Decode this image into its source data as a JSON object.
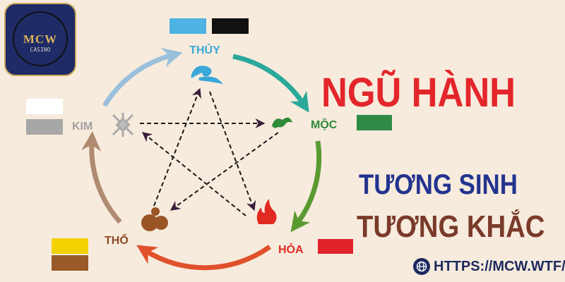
{
  "logo": {
    "brand": "MCW",
    "sub": "CASINO"
  },
  "title": "NGŨ HÀNH",
  "subtitle1": "TƯƠNG SINH",
  "subtitle2": "TƯƠNG KHẮC",
  "url": "HTTPS://MCW.WTF/",
  "elements": [
    {
      "name": "THỦY",
      "color": "#3aa8d8",
      "swatches": [
        "#4cb3e3",
        "#111111"
      ],
      "icon": "water-cloud-icon"
    },
    {
      "name": "MỘC",
      "color": "#2e8b3a",
      "swatches": [
        "#2e8b47"
      ],
      "icon": "wood-leaf-icon"
    },
    {
      "name": "HỎA",
      "color": "#e02a22",
      "swatches": [
        "#e0242a"
      ],
      "icon": "fire-icon"
    },
    {
      "name": "THỔ",
      "color": "#8a4a26",
      "swatches": [
        "#f2d200",
        "#9a5a2a"
      ],
      "icon": "earth-swirl-icon"
    },
    {
      "name": "KIM",
      "color": "#a0a0a0",
      "swatches": [
        "#ffffff",
        "#a7a7a7"
      ],
      "icon": "metal-star-icon"
    }
  ]
}
